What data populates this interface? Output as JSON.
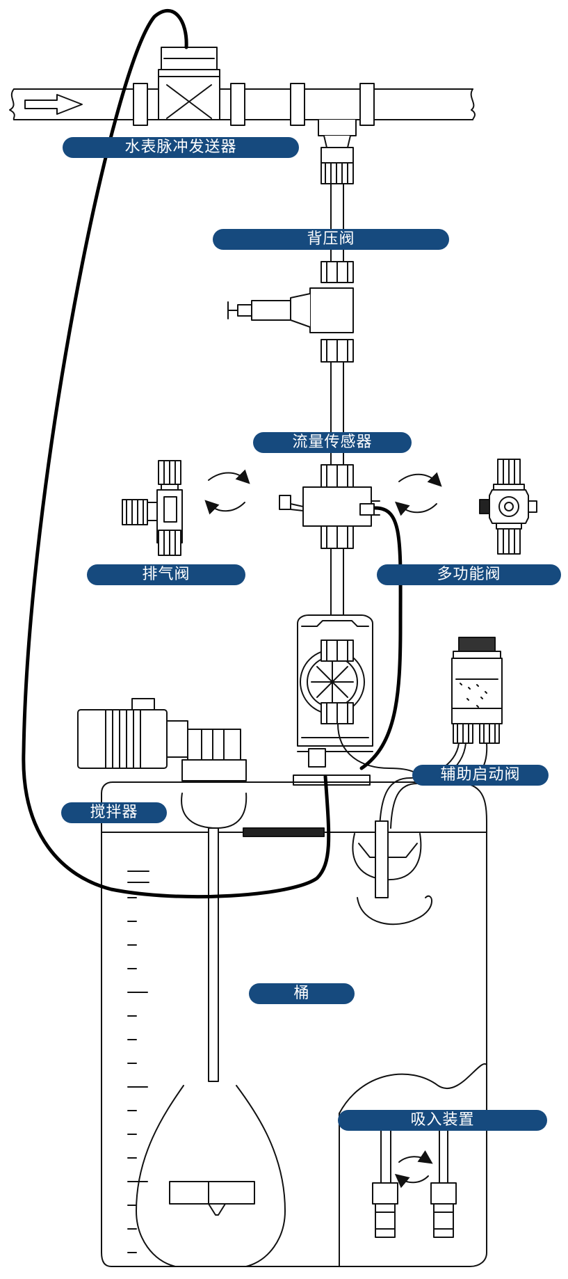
{
  "colors": {
    "label_bg": "#164a7e",
    "label_text": "#ffffff",
    "line": "#111111",
    "cable": "#000000",
    "background": "#ffffff"
  },
  "labels": {
    "water_meter": "水表脉冲发送器",
    "back_pressure_valve": "背压阀",
    "flow_sensor": "流量传感器",
    "vent_valve": "排气阀",
    "multifunction_valve": "多功能阀",
    "aux_priming_valve": "辅助启动阀",
    "mixer": "搅拌器",
    "tank": "桶",
    "suction_device": "吸入装置"
  }
}
